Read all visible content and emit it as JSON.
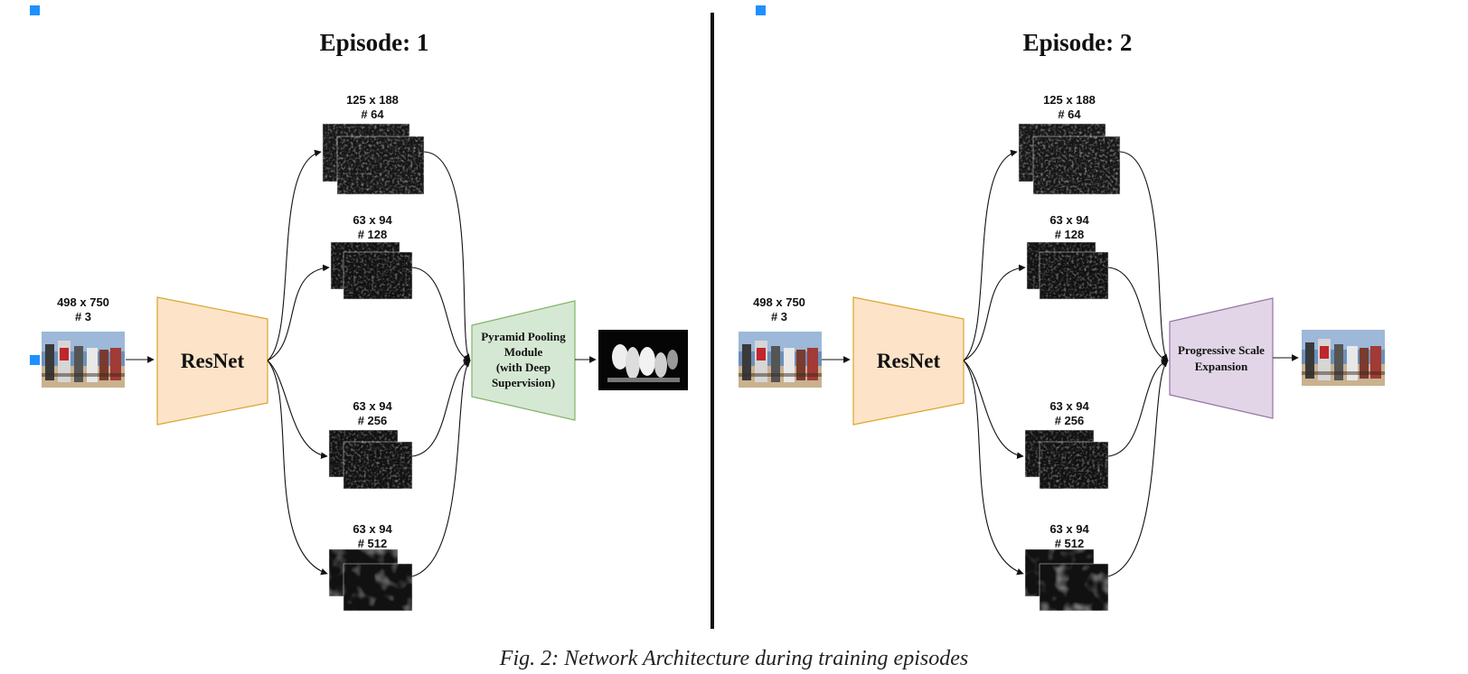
{
  "episodes": [
    {
      "title": "Episode: 1",
      "input": {
        "size": "498 x 750",
        "channels": "# 3"
      },
      "encoder": {
        "label": "ResNet"
      },
      "feature_maps": [
        {
          "size": "125 x 188",
          "channels": "# 64"
        },
        {
          "size": "63 x 94",
          "channels": "# 128"
        },
        {
          "size": "63 x 94",
          "channels": "# 256"
        },
        {
          "size": "63 x 94",
          "channels": "# 512"
        }
      ],
      "module": {
        "lines": [
          "Pyramid Pooling",
          "Module",
          "(with Deep",
          "Supervision)"
        ]
      }
    },
    {
      "title": "Episode: 2",
      "input": {
        "size": "498 x 750",
        "channels": "# 3"
      },
      "encoder": {
        "label": "ResNet"
      },
      "feature_maps": [
        {
          "size": "125 x 188",
          "channels": "# 64"
        },
        {
          "size": "63 x 94",
          "channels": "# 128"
        },
        {
          "size": "63 x 94",
          "channels": "# 256"
        },
        {
          "size": "63 x 94",
          "channels": "# 512"
        }
      ],
      "module": {
        "lines": [
          "Progressive Scale",
          "Expansion"
        ]
      }
    }
  ],
  "caption": "Fig. 2: Network Architecture during training episodes",
  "colors": {
    "resnet_fill": "#fde3c8",
    "resnet_stroke": "#d9a62b",
    "ppm_fill": "#d5e8d4",
    "ppm_stroke": "#82b366",
    "pse_fill": "#e1d5e7",
    "pse_stroke": "#9673a6",
    "divider": "#111111",
    "marker": "#1e90ff"
  }
}
